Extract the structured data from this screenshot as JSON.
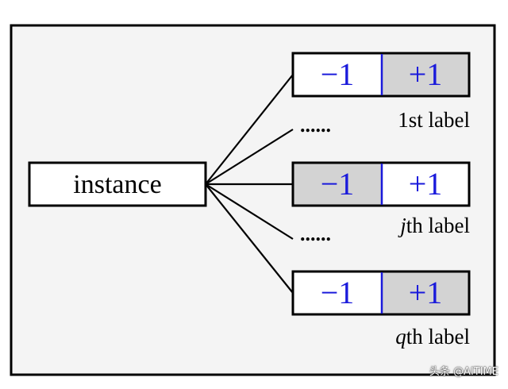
{
  "diagram": {
    "instance_label": "instance",
    "minus_text": "−1",
    "plus_text": "+1",
    "rows": [
      {
        "id": "first",
        "caption": "1st label",
        "highlight": "plus"
      },
      {
        "id": "jth",
        "caption_var": "j",
        "caption_rest": "th label",
        "highlight": "minus"
      },
      {
        "id": "qth",
        "caption_var": "q",
        "caption_rest": "th label",
        "highlight": "plus"
      }
    ],
    "ellipsis": "......"
  },
  "colors": {
    "frame": "#000000",
    "sign_text": "#1a1adb",
    "divider": "#1a1adb",
    "highlight_fill": "#d3d3d3",
    "plain_fill": "#ffffff",
    "page_bg": "#f4f4f4"
  },
  "watermark": "头条 @AITIME"
}
